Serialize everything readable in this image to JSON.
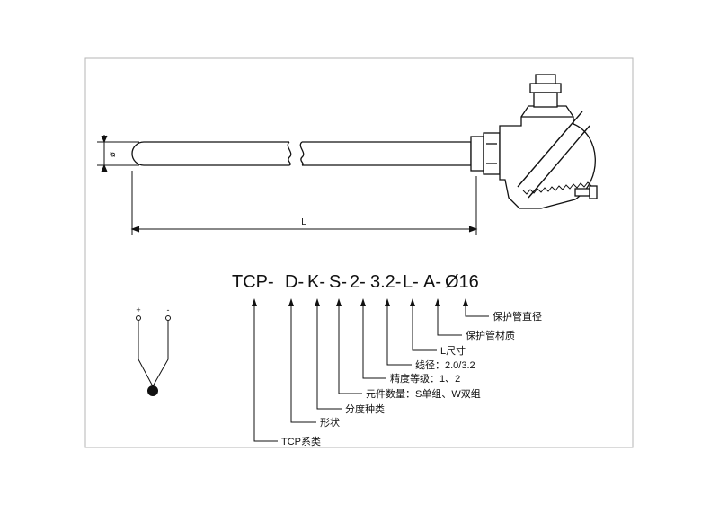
{
  "drawing": {
    "diameter_symbol": "ø",
    "length_symbol": "L"
  },
  "model_code": {
    "segments": [
      "TCP-",
      "D-",
      "K-",
      "S-",
      "2-",
      "3.2-",
      "L-",
      "A-",
      "Ø16"
    ]
  },
  "callouts": [
    {
      "label": "保护管直径"
    },
    {
      "label": "保护管材质"
    },
    {
      "label": "L尺寸"
    },
    {
      "label": "线径：2.0/3.2"
    },
    {
      "label": "精度等级：1、2"
    },
    {
      "label": "元件数量：S单组、W双组"
    },
    {
      "label": "分度种类"
    },
    {
      "label": "形状"
    },
    {
      "label": "TCP系类"
    }
  ],
  "wiring": {
    "positive_label": "+",
    "negative_label": "-"
  }
}
